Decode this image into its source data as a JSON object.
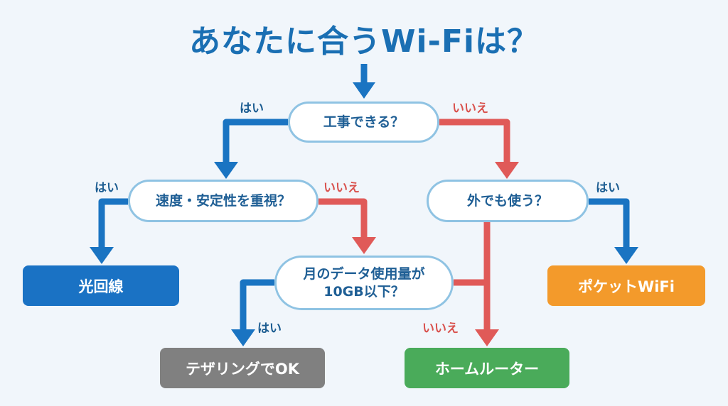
{
  "title": "あなたに合うWi-Fiは？",
  "colors": {
    "yes": "#1a74c2",
    "no": "#e05a58",
    "pill_border": "#8fc3e3",
    "hikari": "#1a72c4",
    "pocket": "#f39a2b",
    "tethering": "#808080",
    "home_router": "#4aab5a"
  },
  "questions": {
    "q1": "工事できる？",
    "q2": "速度・安定性を重視？",
    "q3": "外でも使う？",
    "q4_line1": "月のデータ使用量が",
    "q4_line2": "10GB以下？"
  },
  "branch_labels": {
    "yes": "はい",
    "no": "いいえ"
  },
  "results": {
    "hikari": "光回線",
    "pocket": "ポケットWiFi",
    "tethering": "テザリングでOK",
    "home_router": "ホームルーター"
  }
}
